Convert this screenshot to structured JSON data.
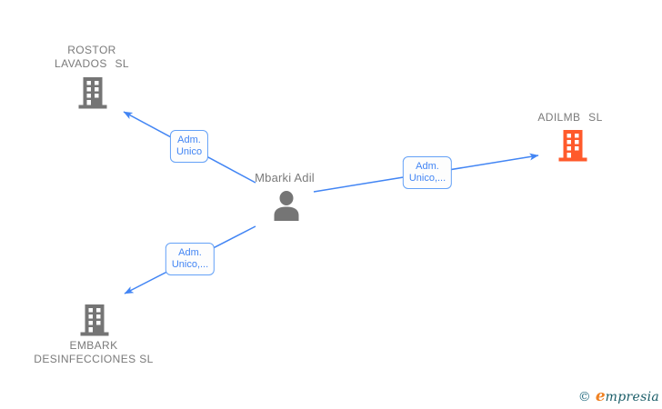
{
  "nodes": {
    "person": {
      "name": "Mbarki Adil",
      "icon": "person-icon"
    },
    "rostor": {
      "line1": "ROSTOR",
      "line2": "LAVADOS SL",
      "icon": "building-icon"
    },
    "adilmb": {
      "line1": "ADILMB SL",
      "icon": "building-icon"
    },
    "embark": {
      "line1": "EMBARK",
      "line2": "DESINFECCIONES SL",
      "icon": "building-icon"
    }
  },
  "edges": [
    {
      "from": "Mbarki Adil",
      "to": "ROSTOR LAVADOS SL",
      "label_line1": "Adm.",
      "label_line2": "Unico"
    },
    {
      "from": "Mbarki Adil",
      "to": "ADILMB SL",
      "label_line1": "Adm.",
      "label_line2": "Unico,..."
    },
    {
      "from": "Mbarki Adil",
      "to": "EMBARK DESINFECCIONES SL",
      "label_line1": "Adm.",
      "label_line2": "Unico,..."
    }
  ],
  "watermark": {
    "copyright": "©",
    "brand_first_letter": "e",
    "brand_rest": "mpresia"
  },
  "colors": {
    "edge_blue": "#4285f4",
    "label_border_blue": "#64a1f7",
    "node_gray": "#757575",
    "text_gray": "#7a7a7a",
    "company_highlight_orange": "#ff5a2b",
    "watermark_teal": "#1a5d68",
    "watermark_orange": "#f08223"
  }
}
